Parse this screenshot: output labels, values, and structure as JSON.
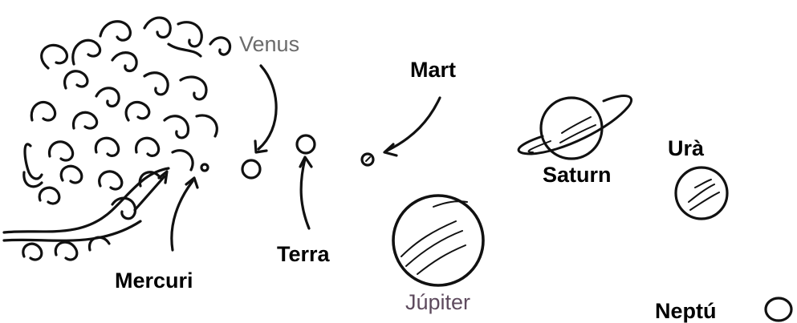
{
  "labels": {
    "venus": "Venus",
    "mart": "Mart",
    "saturn": "Saturn",
    "ura": "Urà",
    "mercuri": "Mercuri",
    "terra": "Terra",
    "jupiter": "Júpiter",
    "neptu": "Neptú"
  },
  "colors": {
    "ink": "#111111",
    "bold_label": "#000000",
    "venus_label": "#6b6b6b",
    "jupiter_label": "#5e4b5e",
    "background": "#ffffff"
  },
  "icons": [
    "sun-swirls-icon",
    "mercury-planet-icon",
    "venus-planet-icon",
    "earth-planet-icon",
    "mars-planet-icon",
    "jupiter-planet-icon",
    "saturn-planet-icon",
    "uranus-planet-icon",
    "neptune-planet-icon"
  ]
}
